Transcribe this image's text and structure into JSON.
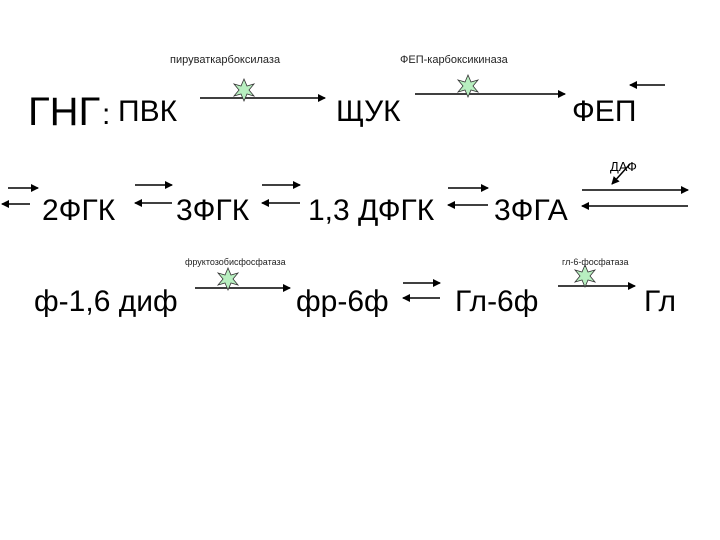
{
  "title": "ГНГ",
  "colon": ":",
  "metabolites": {
    "pvk": "ПВК",
    "shchuk": "ЩУК",
    "fep": "ФЕП",
    "fgk2": "2ФГК",
    "fgk3": "3ФГК",
    "dfgk": "1,3 ДФГК",
    "fga3": "3ФГА",
    "daf": "ДАФ",
    "f16dif": "ф-1,6 диф",
    "fr6f": "фр-6ф",
    "gl6f": "Гл-6ф",
    "gl": "Гл"
  },
  "enzymes": {
    "pyruvate_carboxylase": "пируваткарбоксилаза",
    "pep_carboxykinase": "ФЕП-карбоксикиназа",
    "fructose_bisphosphatase": "фруктозобисфосфатаза",
    "g6_phosphatase": "гл-6-фосфатаза"
  },
  "icon_names": [
    "enzyme-star-icon"
  ],
  "colors": {
    "arrow": "#000000",
    "star_fill": "#b8efc0",
    "star_stroke": "#333333"
  }
}
